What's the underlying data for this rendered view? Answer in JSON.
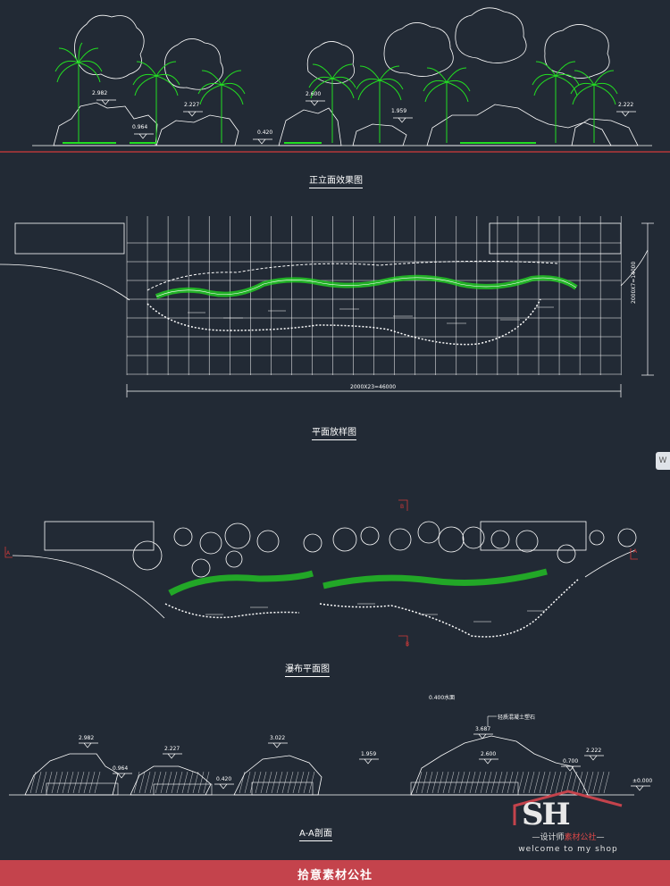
{
  "elevation": {
    "caption": "正立面效果图",
    "levels": [
      "2.982",
      "0.964",
      "2.227",
      "0.420",
      "2.600",
      "1.959",
      "2.222"
    ]
  },
  "plan": {
    "caption": "平面放样图",
    "dim_horizontal": "2000X23=46000",
    "dim_vertical": "2000X7=14000"
  },
  "waterfall_plan": {
    "caption": "瀑布平面图",
    "section_marks": [
      "A",
      "A",
      "B",
      "B"
    ]
  },
  "section": {
    "caption": "A-A剖面",
    "water_level": "0.400水面",
    "note": "轻质混凝土塑石",
    "levels": [
      "2.982",
      "0.964",
      "2.227",
      "0.420",
      "3.022",
      "1.959",
      "3.687",
      "2.600",
      "0.700",
      "2.222",
      "±0.000"
    ]
  },
  "side_tab": "W",
  "logo": {
    "letters": "SH",
    "line1_a": "设计师",
    "line1_b": "素材公社",
    "line2": "welcome to my shop"
  },
  "footer": {
    "text": "拾意素材公社"
  },
  "colors": {
    "background": "#222a35",
    "accent_green": "#22dd22",
    "line_red": "#d23a3a",
    "footer": "#c4434c"
  }
}
